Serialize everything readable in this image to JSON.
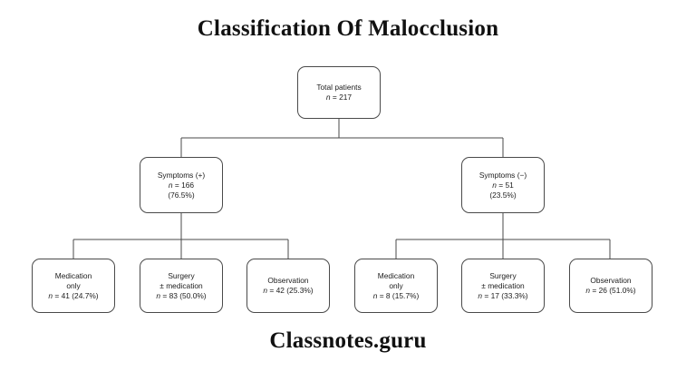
{
  "page": {
    "title": "Classification Of Malocclusion",
    "watermark": "Classnotes.guru",
    "background_color": "#ffffff",
    "line_color": "#4a4a4a",
    "text_color": "#1c1c1c"
  },
  "chart_data": {
    "type": "diagram",
    "diagram_type": "flowchart-tree",
    "title": "Classification Of Malocclusion",
    "orientation": "top-down",
    "levels": 3,
    "root": {
      "label": "Total patients",
      "n": 217,
      "n_text": "n = 217"
    },
    "level2": [
      {
        "label": "Symptoms (+)",
        "n": 166,
        "n_text": "n = 166",
        "percent": 76.5,
        "percent_text": "(76.5%)"
      },
      {
        "label": "Symptoms (−)",
        "n": 51,
        "n_text": "n = 51",
        "percent": 23.5,
        "percent_text": "(23.5%)"
      }
    ],
    "level3": [
      {
        "parent": "Symptoms (+)",
        "label_line1": "Medication",
        "label_line2": "only",
        "n": 41,
        "percent": 24.7,
        "stat_text": "n = 41 (24.7%)"
      },
      {
        "parent": "Symptoms (+)",
        "label_line1": "Surgery",
        "label_line2": "± medication",
        "n": 83,
        "percent": 50.0,
        "stat_text": "n = 83 (50.0%)"
      },
      {
        "parent": "Symptoms (+)",
        "label_line1": "Observation",
        "label_line2": "",
        "n": 42,
        "percent": 25.3,
        "stat_text": "n = 42 (25.3%)"
      },
      {
        "parent": "Symptoms (−)",
        "label_line1": "Medication",
        "label_line2": "only",
        "n": 8,
        "percent": 15.7,
        "stat_text": "n = 8 (15.7%)"
      },
      {
        "parent": "Symptoms (−)",
        "label_line1": "Surgery",
        "label_line2": "± medication",
        "n": 17,
        "percent": 33.3,
        "stat_text": "n = 17 (33.3%)"
      },
      {
        "parent": "Symptoms (−)",
        "label_line1": "Observation",
        "label_line2": "",
        "n": 26,
        "percent": 51.0,
        "stat_text": "n = 26 (51.0%)"
      }
    ]
  }
}
